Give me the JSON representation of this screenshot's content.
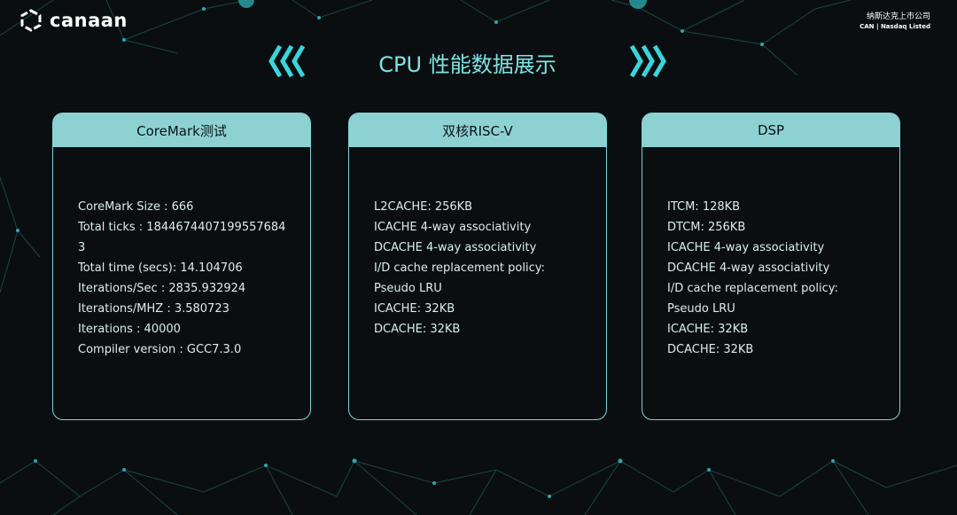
{
  "header": {
    "brand": "canaan",
    "company_cn": "纳斯达克上市公司",
    "company_en": "CAN | Nasdaq Listed",
    "title": "CPU 性能数据展示"
  },
  "cards": [
    {
      "title": "CoreMark测试",
      "lines": [
        "CoreMark Size : 666",
        "Total ticks : 1844674407199557684",
        "3",
        "Total time (secs): 14.104706",
        "Iterations/Sec : 2835.932924",
        "Iterations/MHZ : 3.580723",
        "Iterations : 40000",
        "Compiler version : GCC7.3.0"
      ]
    },
    {
      "title": "双核RISC-V",
      "lines": [
        "L2CACHE: 256KB",
        "ICACHE 4-way associativity",
        "DCACHE 4-way associativity",
        "I/D cache replacement policy:",
        "Pseudo LRU",
        "ICACHE: 32KB",
        "DCACHE: 32KB"
      ]
    },
    {
      "title": "DSP",
      "lines": [
        "ITCM: 128KB",
        "DTCM: 256KB",
        "ICACHE 4-way associativity",
        "DCACHE 4-way associativity",
        "I/D cache replacement policy:",
        "Pseudo LRU",
        "ICACHE:  32KB",
        "DCACHE:  32KB"
      ]
    }
  ],
  "icons": {
    "logo": "canaan-hexagon-logo-icon",
    "left_arrows": "triple-chevron-left-icon",
    "right_arrows": "triple-chevron-right-icon"
  },
  "colors": {
    "background": "#0b0e10",
    "accent": "#7fe3e3",
    "card_header": "#8ed1d3",
    "card_border": "#7fd4d4"
  }
}
